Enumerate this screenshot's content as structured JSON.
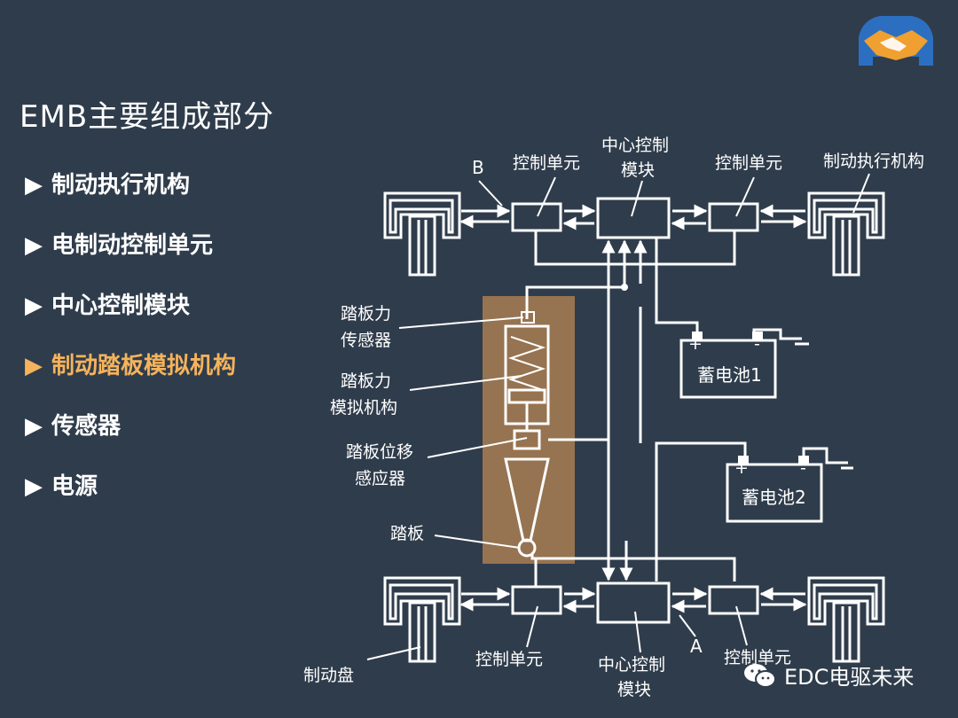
{
  "slide": {
    "title": "EMB主要组成部分",
    "menu": [
      {
        "label": "制动执行机构",
        "active": false
      },
      {
        "label": "电制动控制单元",
        "active": false
      },
      {
        "label": "中心控制模块",
        "active": false
      },
      {
        "label": "制动踏板模拟机构",
        "active": true
      },
      {
        "label": "传感器",
        "active": false
      },
      {
        "label": "电源",
        "active": false
      }
    ],
    "arrow_glyph": "▶"
  },
  "diagram": {
    "labels": {
      "b_marker": "B",
      "a_marker": "A",
      "top_ctrl_left": "控制单元",
      "top_center_line1": "中心控制",
      "top_center_line2": "模块",
      "top_ctrl_right": "控制单元",
      "actuator": "制动执行机构",
      "pedal_force_sensor_line1": "踏板力",
      "pedal_force_sensor_line2": "传感器",
      "pedal_sim_line1": "踏板力",
      "pedal_sim_line2": "模拟机构",
      "pedal_pos_line1": "踏板位移",
      "pedal_pos_line2": "感应器",
      "pedal": "踏板",
      "battery1": "蓄电池1",
      "battery2": "蓄电池2",
      "brake_disc": "制动盘",
      "bottom_ctrl_left": "控制单元",
      "bottom_center_line1": "中心控制",
      "bottom_center_line2": "模块",
      "bottom_ctrl_right": "控制单元",
      "plus": "+",
      "minus": "-"
    }
  },
  "watermark": {
    "text": "EDC电驱未来"
  },
  "colors": {
    "background": "#2f3c4b",
    "highlight": "#f4b35c",
    "pedal_area": "#a87d52"
  }
}
